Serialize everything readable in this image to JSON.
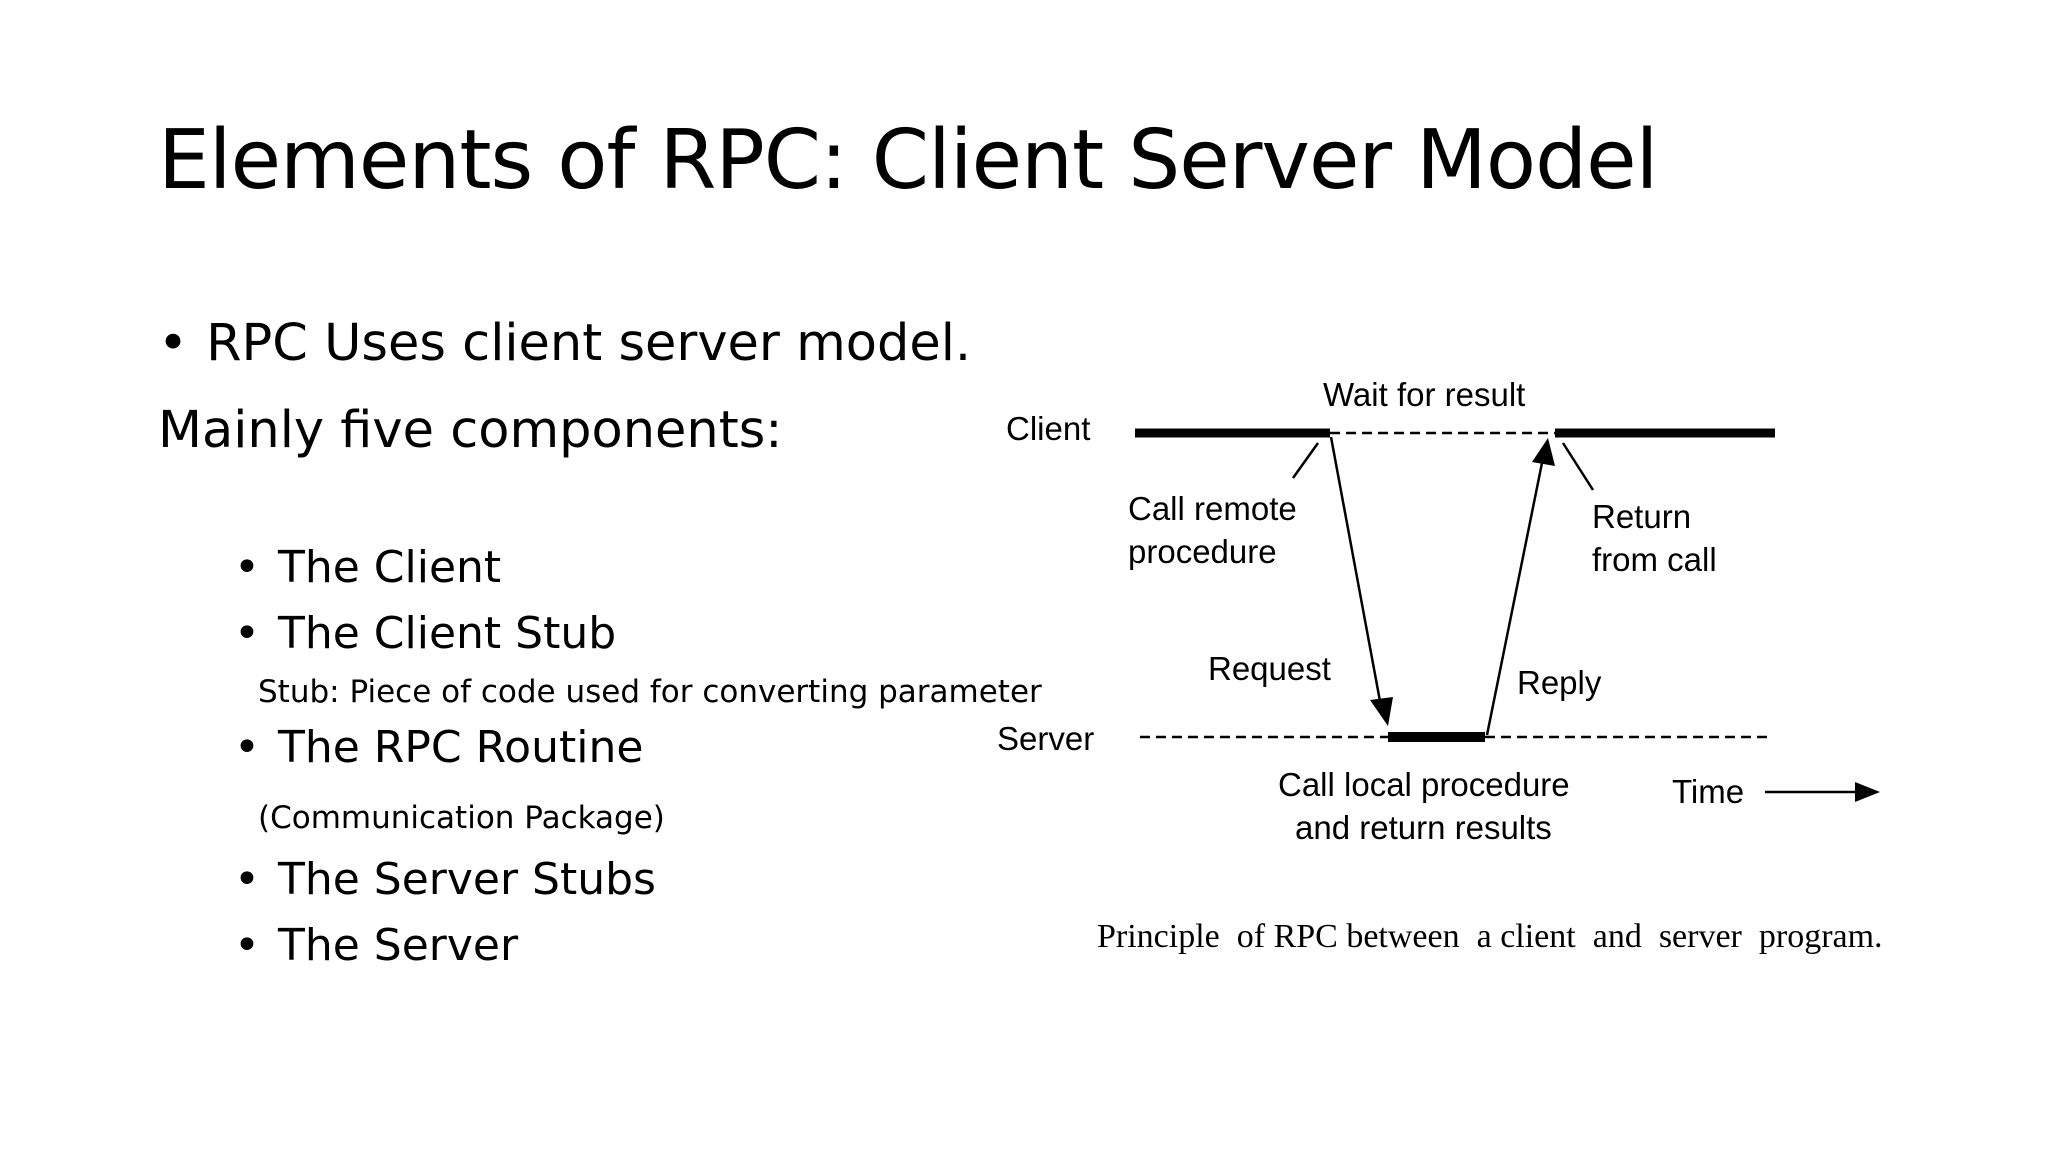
{
  "slide": {
    "title": "Elements of RPC: Client Server Model",
    "intro_bullet": "RPC Uses client server model.",
    "subheading": "Mainly five components:",
    "bullet_glyph": "•",
    "components": [
      "The Client",
      "The Client Stub",
      "The RPC Routine",
      "The Server Stubs",
      "The Server"
    ],
    "stub_note": "Stub: Piece of code used for converting parameter",
    "rpc_note": "(Communication Package)"
  },
  "diagram": {
    "client_label": "Client",
    "server_label": "Server",
    "wait_label": "Wait for result",
    "call_remote_line1": "Call remote",
    "call_remote_line2": "procedure",
    "return_line1": "Return",
    "return_line2": "from call",
    "request_label": "Request",
    "reply_label": "Reply",
    "local_line1": "Call local procedure",
    "local_line2": "and return results",
    "time_label": "Time",
    "caption": "Principle  of RPC between  a client  and  server  program."
  }
}
